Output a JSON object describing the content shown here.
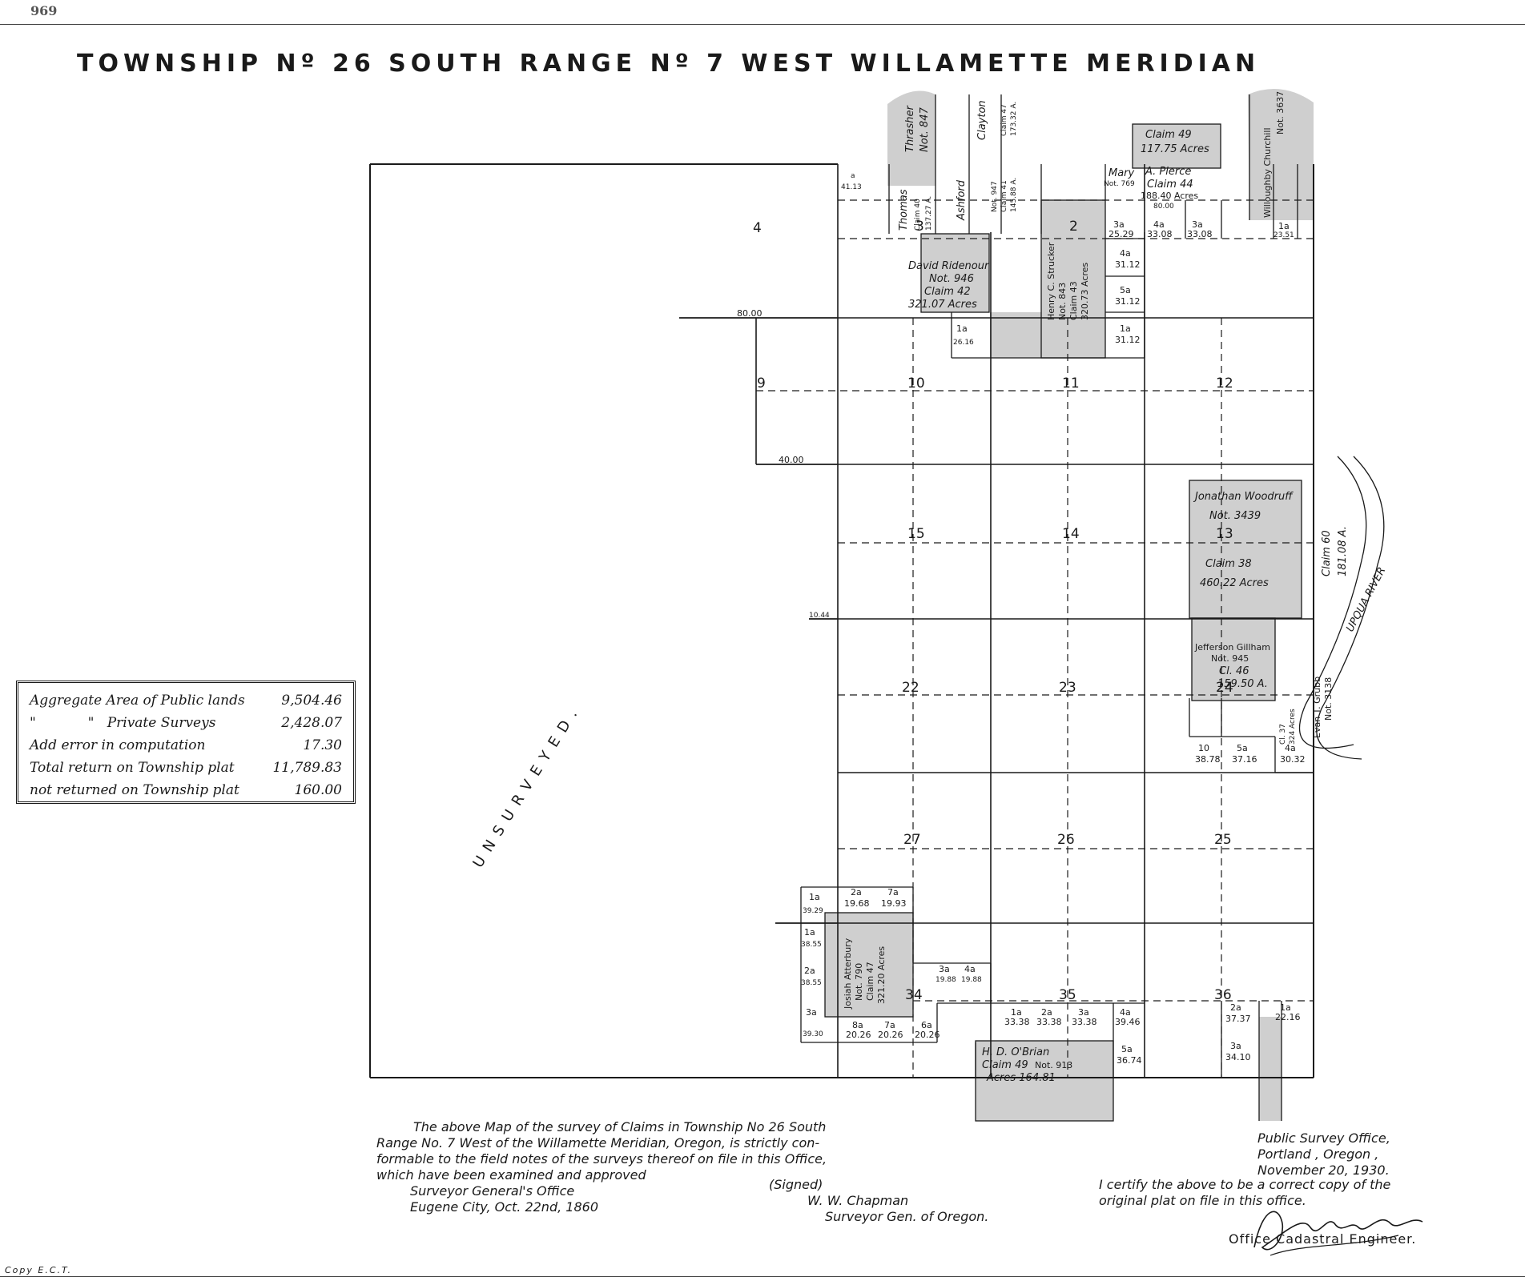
{
  "sheet": {
    "page_number": "969",
    "title": "TOWNSHIP Nº 26 SOUTH RANGE Nº 7 WEST WILLAMETTE MERIDIAN",
    "unsurveyed_label": "UNSURVEYED.",
    "copy_mark": "Copy E.C.T."
  },
  "sections": [
    {
      "label": "4"
    },
    {
      "label": "9"
    },
    {
      "label": "10"
    },
    {
      "label": "11"
    },
    {
      "label": "12"
    },
    {
      "label": "15"
    },
    {
      "label": "14"
    },
    {
      "label": "13"
    },
    {
      "label": "22"
    },
    {
      "label": "23"
    },
    {
      "label": "24"
    },
    {
      "label": "27"
    },
    {
      "label": "26"
    },
    {
      "label": "25"
    },
    {
      "label": "34"
    },
    {
      "label": "35"
    },
    {
      "label": "36"
    },
    {
      "label": "3"
    },
    {
      "label": "2"
    }
  ],
  "line_measurements": {
    "m80": "80.00",
    "m40": "40.00",
    "m1044": "10.44"
  },
  "claims": {
    "thomas": {
      "l1": "Thomas",
      "l2": "Claim 40",
      "l3": "137.27 A."
    },
    "thrasher": {
      "l1": "Thrasher",
      "l2": "Not. 847"
    },
    "ashford": {
      "l1": "Ashford"
    },
    "clayton": {
      "l1": "Clayton"
    },
    "claim47top": {
      "l1": "Not. 947",
      "l2": "Claim 41",
      "l3": "145.88 A.",
      "l4": "Claim 47",
      "l5": "173.32 A."
    },
    "claim49top": {
      "l1": "Claim 49",
      "l2": "117.75 Acres"
    },
    "pierce": {
      "l1": "A. Pierce",
      "l2": "Claim 44",
      "l3": "188.40 Acres",
      "l4": "80.00"
    },
    "mary": {
      "l1": "Mary",
      "l2": "Not. 769"
    },
    "churchill": {
      "l1": "Willoughby Churchill",
      "l2": "Not. 3637"
    },
    "ridenour": {
      "l1": "David Ridenour",
      "l2": "Not. 946",
      "l3": "Claim 42",
      "l4": "321.07 Acres"
    },
    "strucker": {
      "l1": "Henry C. Strucker",
      "l2": "Not. 843",
      "l3": "Claim 43",
      "l4": "320.73 Acres"
    },
    "woodruff": {
      "l1": "Jonathan Woodruff",
      "l2": "Not. 3439",
      "l3": "Claim 38",
      "l4": "460.22 Acres"
    },
    "claim60": {
      "l1": "Claim 60",
      "l2": "181.08 A."
    },
    "gillham": {
      "l1": "Jefferson Gillham",
      "l2": "Not. 945",
      "l3": "Cl. 46",
      "l4": "159.50 A."
    },
    "grubb": {
      "l1": "Evan T. Grubb",
      "l2": "Not. 3138",
      "l3": "Cl. 37",
      "l4": "324 Acres"
    },
    "atterbury": {
      "l1": "Josiah Atterbury",
      "l2": "Not. 790",
      "l3": "Claim 47",
      "l4": "321.20 Acres"
    },
    "obrian": {
      "l1": "H. D. O'Brian",
      "l2": "Claim 49",
      "l3": "Not. 913",
      "l4": "Acres 164.81"
    },
    "umpqua": {
      "l1": "UPQUA RIVER"
    }
  },
  "lots": {
    "a4113": {
      "lot": "a",
      "area": "41.13"
    },
    "l1a_sec3": {
      "lot": "1a",
      "area": "26.16"
    },
    "l3a_2529": {
      "lot": "3a",
      "area": "25.29"
    },
    "l4a_3308": {
      "lot": "4a",
      "area": "33.08"
    },
    "l3a_3308": {
      "lot": "3a",
      "area": "33.08"
    },
    "l4a_3112": {
      "lot": "4a",
      "area": "31.12"
    },
    "l5a_3112": {
      "lot": "5a",
      "area": "31.12"
    },
    "l1a_3112": {
      "lot": "1a",
      "area": "31.12"
    },
    "l1a_2351": {
      "lot": "1a",
      "area": "23.51"
    },
    "l10_3878": {
      "lot": "10",
      "area": "38.78"
    },
    "l5a_3716": {
      "lot": "5a",
      "area": "37.16"
    },
    "l4a_3032": {
      "lot": "4a",
      "area": "30.32"
    },
    "l1a_3929": {
      "lot": "1a",
      "area": "39.29"
    },
    "l2a_1968": {
      "lot": "2a",
      "area": "19.68"
    },
    "l7a_1993": {
      "lot": "7a",
      "area": "19.93"
    },
    "l1a_3855": {
      "lot": "1a",
      "area": "38.55"
    },
    "l2a_3855": {
      "lot": "2a",
      "area": "38.55"
    },
    "l3a_3930": {
      "lot": "3a",
      "area": "39.30"
    },
    "l8a_2026": {
      "lot": "8a",
      "area": "20.26"
    },
    "l7a_2026": {
      "lot": "7a",
      "area": "20.26"
    },
    "l6a_2026": {
      "lot": "6a",
      "area": "20.26"
    },
    "l3a_1988": {
      "lot": "3a",
      "area": "19.88"
    },
    "l4a_1988": {
      "lot": "4a",
      "area": "19.88"
    },
    "l1a_3338": {
      "lot": "1a",
      "area": "33.38"
    },
    "l2a_3338": {
      "lot": "2a",
      "area": "33.38"
    },
    "l3a_3338": {
      "lot": "3a",
      "area": "33.38"
    },
    "l4a_3946": {
      "lot": "4a",
      "area": "39.46"
    },
    "l5a_3674": {
      "lot": "5a",
      "area": "36.74"
    },
    "l2a_3737": {
      "lot": "2a",
      "area": "37.37"
    },
    "l3a_3410": {
      "lot": "3a",
      "area": "34.10"
    },
    "l1a_2216": {
      "lot": "1a",
      "area": "22.16"
    }
  },
  "summary": {
    "rows": [
      {
        "label": "Aggregate Area of Public lands",
        "value": "9,504.46"
      },
      {
        "label": "\"            \"   Private Surveys",
        "value": "2,428.07"
      },
      {
        "label": "Add error in computation",
        "value": "17.30"
      },
      {
        "label": "Total return on Township plat",
        "value": "11,789.83"
      },
      {
        "label": "not returned on Township plat",
        "value": "160.00"
      }
    ]
  },
  "approval": {
    "line1": "The above Map of the survey of Claims in Township No 26 South",
    "line2": "Range No. 7 West of the Willamette Meridian, Oregon, is strictly con-",
    "line3": "formable to the field notes of the surveys thereof on file in this Office,",
    "line4": "which have been examined and approved",
    "line5": "Surveyor General's Office",
    "line6": "Eugene City, Oct. 22nd, 1860"
  },
  "signed_block": {
    "signed": "(Signed)",
    "name": "W. W. Chapman",
    "title": "Surveyor Gen. of Oregon."
  },
  "public_office": {
    "line1": "Public Survey Office,",
    "line2": "Portland , Oregon ,",
    "line3": "November 20, 1930."
  },
  "certification": {
    "line1": "I certify the above to be a correct copy of the",
    "line2": "original plat on file in this office.",
    "signature": "Joseph A. Gaurey",
    "engineer_title": "Office Cadastral Engineer."
  }
}
